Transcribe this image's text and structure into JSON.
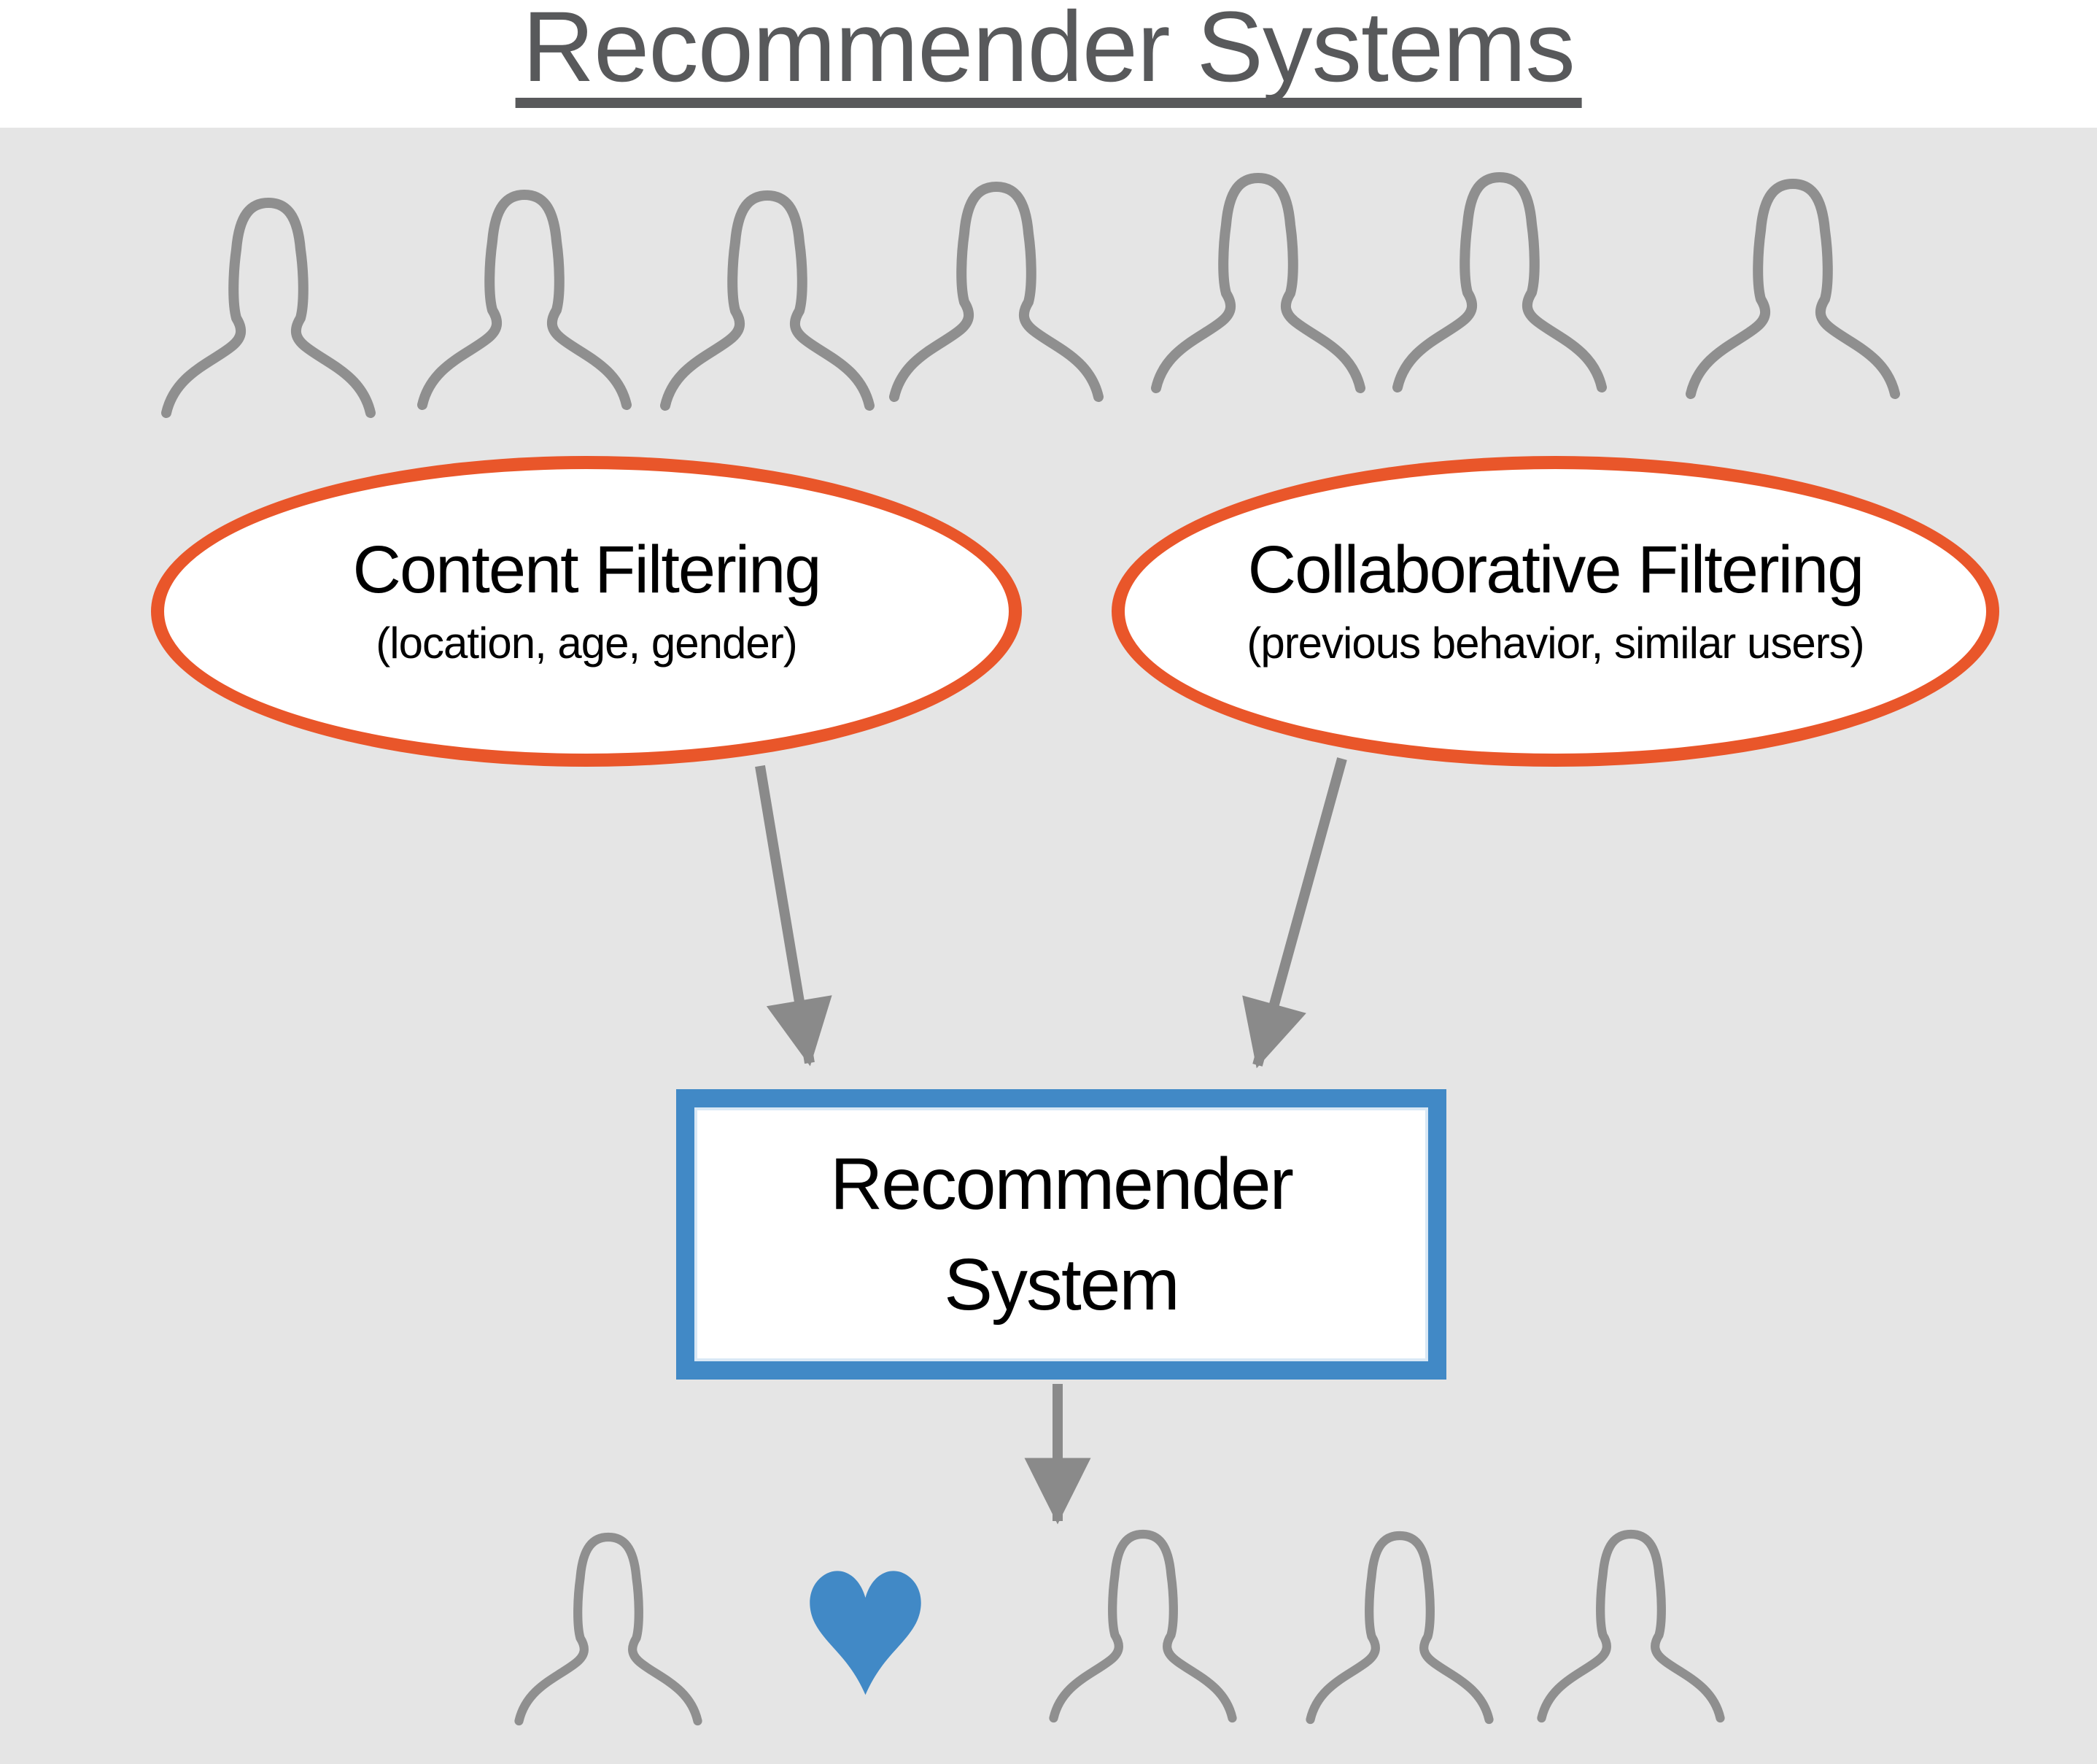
{
  "title": "Recommender Systems",
  "nodes": {
    "content_filtering": {
      "label": "Content Filtering",
      "sublabel": "(location, age, gender)"
    },
    "collaborative_filtering": {
      "label": "Collaborative Filtering",
      "sublabel": "(previous behavior, similar users)"
    },
    "recommender_system": {
      "line1": "Recommender",
      "line2": "System"
    }
  },
  "figures": {
    "top_users_count": 7,
    "bottom_users_count": 4,
    "icons": {
      "user": "person-silhouette-icon",
      "favorite": "heart-icon",
      "flow": "arrow-icon"
    }
  },
  "colors": {
    "background_gray": "#E5E5E5",
    "panel_white": "#FFFFFF",
    "ellipse_orange": "#E9562A",
    "box_blue": "#4189C6",
    "heart_blue": "#4189C6",
    "figure_gray": "#8F8F8F",
    "arrow_gray": "#8A8A8A",
    "title_gray": "#58595B",
    "text_black": "#000000"
  }
}
